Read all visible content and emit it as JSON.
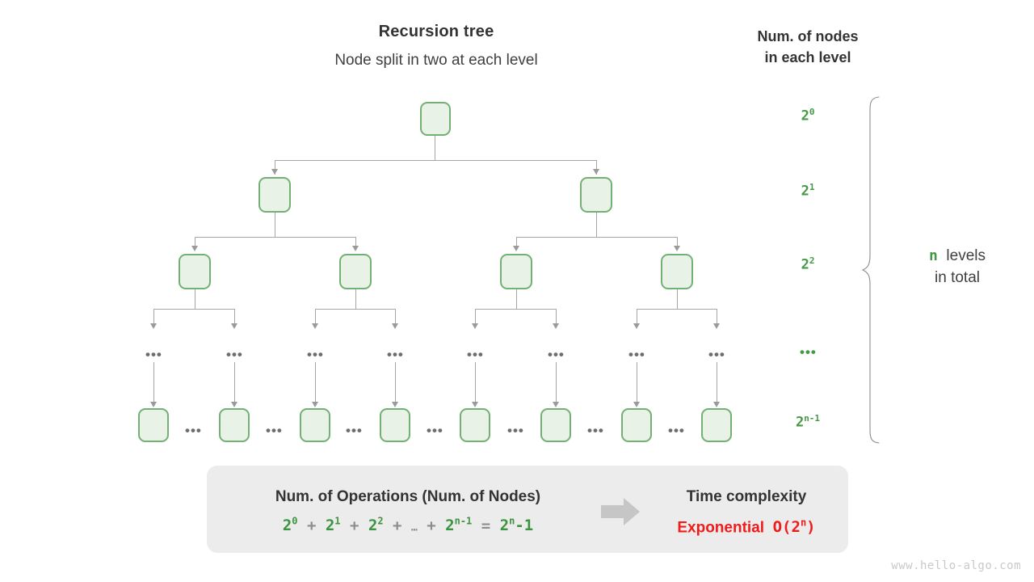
{
  "titles": {
    "main": "Recursion tree",
    "sub": "Node split in two at each level",
    "right_line1": "Num. of nodes",
    "right_line2": "in each level"
  },
  "levels": [
    {
      "label_base": "2",
      "label_exp": "0",
      "node_count": 1
    },
    {
      "label_base": "2",
      "label_exp": "1",
      "node_count": 2
    },
    {
      "label_base": "2",
      "label_exp": "2",
      "node_count": 4
    },
    {
      "label_base": "…",
      "label_exp": "",
      "node_count": 8
    },
    {
      "label_base": "2",
      "label_exp": "n-1",
      "node_count": 8
    }
  ],
  "brace": {
    "count": "n",
    "caption_line1": "levels",
    "caption_line2": "in total"
  },
  "summary": {
    "left_title": "Num. of Operations (Num. of Nodes)",
    "formula": {
      "t1_base": "2",
      "t1_exp": "0",
      "op1": "+",
      "t2_base": "2",
      "t2_exp": "1",
      "op2": "+",
      "t3_base": "2",
      "t3_exp": "2",
      "op3": "+",
      "ellipsis": "…",
      "op4": "+",
      "t4_base": "2",
      "t4_exp": "n-1",
      "equals": "=",
      "t5_base": "2",
      "t5_exp": "n",
      "t5_tail": "-1"
    },
    "right_title": "Time complexity",
    "right_value_word": "Exponential",
    "right_value_notation_pre": "O(2",
    "right_value_notation_exp": "n",
    "right_value_notation_post": ")"
  },
  "dots_marker": "•••",
  "watermark": "www.hello-algo.com",
  "colors": {
    "node_fill": "#e8f2e6",
    "node_border": "#74b074",
    "accent_green": "#459945",
    "accent_red": "#ef1c1c",
    "connector_gray": "#a6a6a6",
    "panel_gray": "#ececec"
  }
}
